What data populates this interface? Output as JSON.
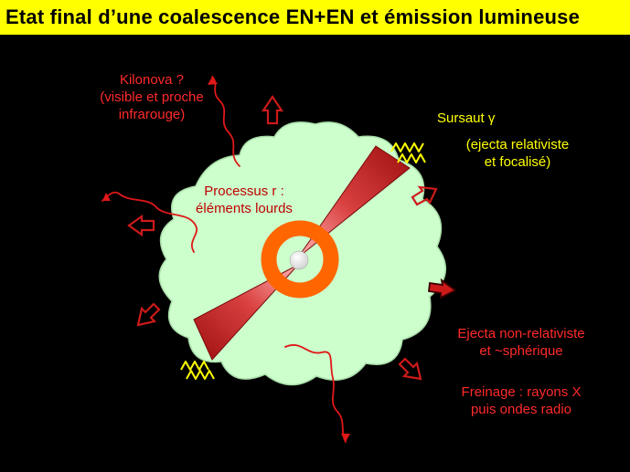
{
  "title": "Etat final d’une coalescence EN+EN et émission lumineuse",
  "labels": {
    "kilonova": [
      "Kilonova ?",
      "(visible et proche",
      "infrarouge)"
    ],
    "sursaut": "Sursaut γ",
    "ejecta_relativiste": [
      "(ejecta relativiste",
      "et focalisé)"
    ],
    "processus_r": [
      "Processus r :",
      "éléments lourds"
    ],
    "ejecta_non_relativiste": [
      "Ejecta non-relativiste",
      "et ~sphérique"
    ],
    "freinage": [
      "Freinage : rayons X",
      "puis ondes radio"
    ]
  },
  "colors": {
    "background": "#000000",
    "title_bar": "#ffff00",
    "cloud": "#ccffcc",
    "torus": "#ff6600",
    "jet": "#cc1a1a",
    "red_text": "#ff2a2a",
    "yellow_text": "#ffff00",
    "arrow": "#cc1a1a"
  }
}
